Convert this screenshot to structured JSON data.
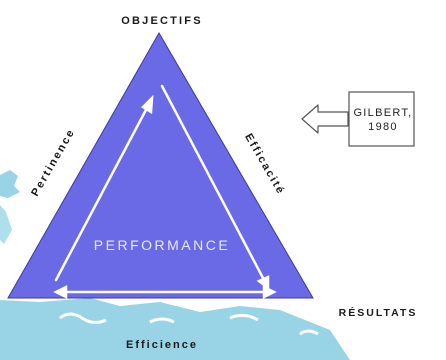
{
  "diagram": {
    "vertices": {
      "top": "OBJECTIFS",
      "bottom_right": "RÉSULTATS"
    },
    "center_label": "PERFORMANCE",
    "edges": {
      "left": "Pertinence",
      "right": "Efficacité",
      "bottom": "Efficience"
    },
    "source": {
      "line1": "GILBERT,",
      "line2": "1980"
    },
    "colors": {
      "triangle_fill": "#6A6AE6",
      "triangle_stroke": "#3a3a9e",
      "arrows": "#ffffff",
      "map_land": "#8fd0e4",
      "map_sea": "#ffffff"
    },
    "icons": [
      "hollow-left-arrow-icon"
    ]
  }
}
